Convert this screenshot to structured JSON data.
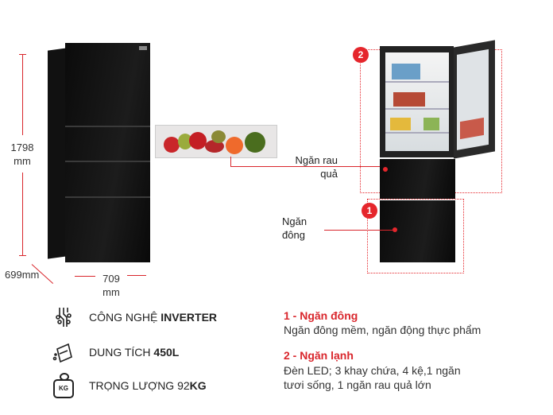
{
  "dimensions": {
    "height": "1798",
    "height_unit": "mm",
    "depth": "699mm",
    "width": "709",
    "width_unit": "mm"
  },
  "callouts": {
    "crisper_line1": "Ngăn rau",
    "crisper_line2": "quả",
    "freezer_line1": "Ngăn",
    "freezer_line2": "đông"
  },
  "badges": {
    "one": "1",
    "two": "2"
  },
  "features": [
    {
      "icon": "inverter-chip-icon",
      "label": "CÔNG NGHỆ ",
      "bold": "INVERTER"
    },
    {
      "icon": "capacity-icon",
      "label": "DUNG TÍCH ",
      "bold": "450L"
    },
    {
      "icon": "weight-kg-icon",
      "label": "TRỌNG LƯỢNG 92",
      "bold": "KG",
      "icon_text": "KG"
    }
  ],
  "compartments": [
    {
      "title": "1 - Ngăn đông",
      "desc": "Ngăn đông mềm, ngăn động thực phẩm"
    },
    {
      "title": "2 - Ngăn lạnh",
      "desc1": "Đèn LED; 3 khay chứa, 4 kệ,1 ngăn",
      "desc2": "tươi sống, 1 ngăn rau quả lớn"
    }
  ],
  "colors": {
    "accent": "#d9262c"
  }
}
